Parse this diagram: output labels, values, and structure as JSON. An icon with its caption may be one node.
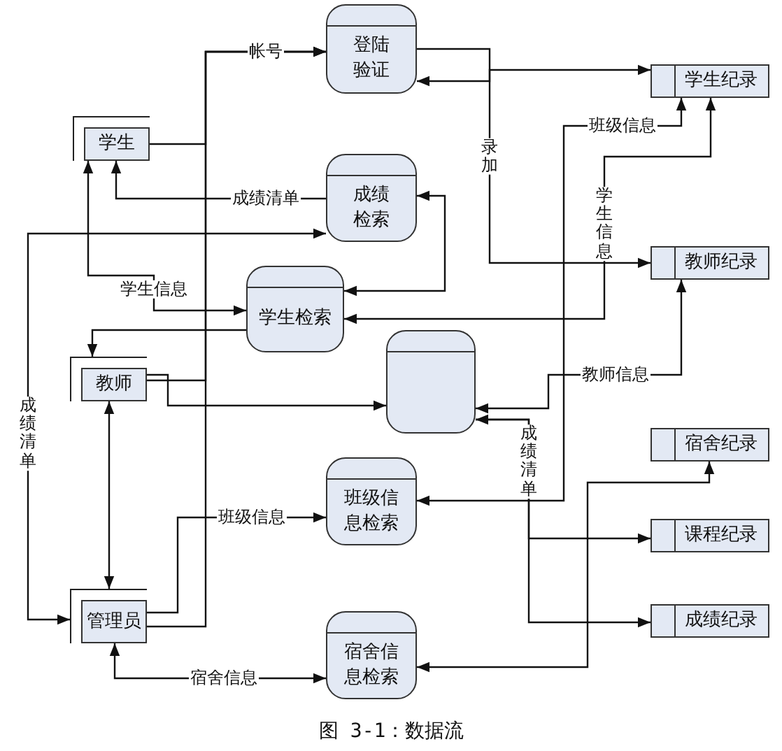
{
  "diagram": {
    "caption": "图 3-1：数据流",
    "nodes": [
      {
        "text": [
          "学生"
        ]
      },
      {
        "text": [
          "教师"
        ]
      },
      {
        "text": [
          "管理员"
        ]
      },
      {
        "text": [
          "登陆验证"
        ]
      },
      {
        "text": [
          "成绩检索"
        ]
      },
      {
        "text": [
          "学生检索"
        ]
      },
      {
        "text": [],
        "shape": "box"
      },
      {
        "text": [
          "班级信息检索"
        ]
      },
      {
        "text": [
          "宿舍信息检索"
        ]
      },
      {
        "text": [
          "学生纪录"
        ]
      },
      {
        "text": [
          "教师纪录"
        ]
      },
      {
        "text": [
          "宿舍纪录"
        ]
      },
      {
        "text": [
          "课程纪录"
        ]
      },
      {
        "text": [
          "成绩纪录"
        ]
      }
    ],
    "edges": [
      {
        "from": 0,
        "to": 3,
        "arrow": "to",
        "label": "帐号"
      },
      {
        "from": 1,
        "to": 3,
        "arrow": "to"
      },
      {
        "from": 2,
        "to": 3,
        "arrow": "to"
      },
      {
        "from": 4,
        "to": 0,
        "arrow": "to",
        "label": "成绩清单"
      },
      {
        "from": 4,
        "to": 2,
        "arrow": "both",
        "label": "成绩清单"
      },
      {
        "from": 5,
        "to": 0,
        "arrow": "both",
        "label": "学生信息"
      },
      {
        "from": 5,
        "to": 1,
        "arrow": "to"
      },
      {
        "from": 3,
        "to": 9,
        "arrow": "both"
      },
      {
        "from": 3,
        "to": 10,
        "arrow": "to",
        "label": "录加"
      },
      {
        "from": 9,
        "to": 7,
        "arrow": "both",
        "label": "班级信息"
      },
      {
        "from": 9,
        "to": 5,
        "arrow": "both",
        "label": "学生信息"
      },
      {
        "from": 10,
        "to": 6,
        "arrow": "both",
        "label": "教师信息"
      },
      {
        "from": 1,
        "to": 6,
        "arrow": "to"
      },
      {
        "from": 2,
        "to": 7,
        "arrow": "to",
        "label": "班级信息"
      },
      {
        "from": 1,
        "to": 2,
        "arrow": "both"
      },
      {
        "from": 2,
        "to": 8,
        "arrow": "both",
        "label": "宿舍信息"
      },
      {
        "from": 11,
        "to": 8,
        "arrow": "both"
      },
      {
        "from": 6,
        "to": 12,
        "arrow": "both"
      },
      {
        "from": 6,
        "to": 13,
        "arrow": "to",
        "label": "成绩清单"
      },
      {
        "from": 5,
        "to": 4,
        "arrow": "both"
      }
    ]
  }
}
